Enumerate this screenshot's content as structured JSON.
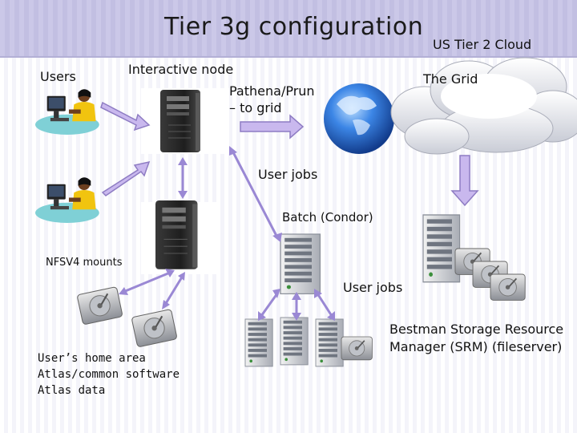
{
  "title": "Tier 3g configuration",
  "labels": {
    "users": "Users",
    "interactive_node": "Interactive node",
    "pathena_line1": "Pathena/Prun",
    "pathena_line2": "– to grid",
    "us_tier2_cloud": "US Tier 2 Cloud",
    "the_grid": "The Grid",
    "user_jobs_top": "User jobs",
    "batch_condor": "Batch (Condor)",
    "nfsv4_mounts": "NFSV4 mounts",
    "user_jobs_bottom": "User jobs",
    "bestman_line1": "Bestman Storage Resource",
    "bestman_line2": "Manager (SRM) (fileserver)",
    "home_line1": "User’s home area",
    "home_line2": "Atlas/common software",
    "home_line3": "Atlas data"
  },
  "colors": {
    "arrow_fill": "#c9b8ee",
    "arrow_stroke": "#8e7cc3",
    "title_band": "#c6c3e5",
    "globe_blue": "#2f6fd6",
    "server_dark": "#2b2b2b"
  },
  "icons": [
    "user-at-desk-icon",
    "server-tower-icon",
    "globe-icon",
    "cloud-icon",
    "rack-server-icon",
    "hard-disk-icon"
  ]
}
